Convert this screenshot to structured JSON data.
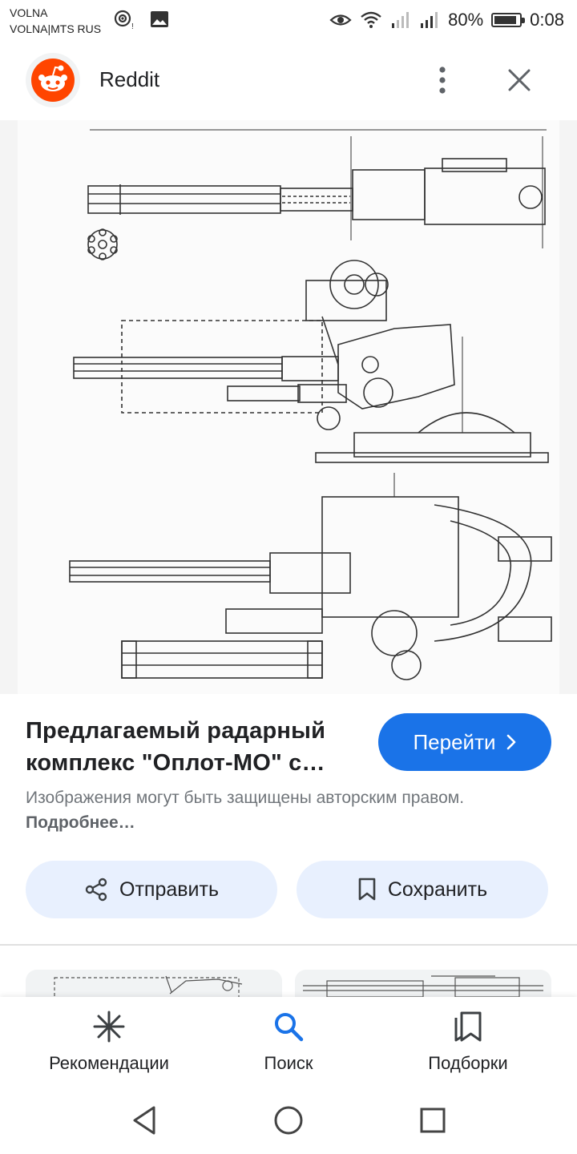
{
  "status_bar": {
    "carrier_line1": "VOLNA",
    "carrier_line2": "VOLNA|MTS RUS",
    "battery": "80%",
    "battery_level": 0.8,
    "time": "0:08"
  },
  "header": {
    "source_name": "Reddit",
    "logo_icon": "reddit-logo-icon",
    "accent": "#ff4500"
  },
  "image": {
    "icon": "technical-drawing-gatling-gun"
  },
  "result": {
    "title": "Предлагаемый радарный комплекс \"Оплот-МО\" с…",
    "goto_label": "Перейти",
    "copyright_text": "Изображения могут быть защищены авторским правом.",
    "more_link": "Подробнее…"
  },
  "actions": {
    "share_label": "Отправить",
    "save_label": "Сохранить"
  },
  "bottom_nav": {
    "recommendations": "Рекомендации",
    "search": "Поиск",
    "collections": "Подборки",
    "active_color": "#1a73e8"
  },
  "colors": {
    "primary": "#1a73e8",
    "chip_bg": "#e8f0fe",
    "text": "#202124",
    "secondary_text": "#70757a"
  }
}
